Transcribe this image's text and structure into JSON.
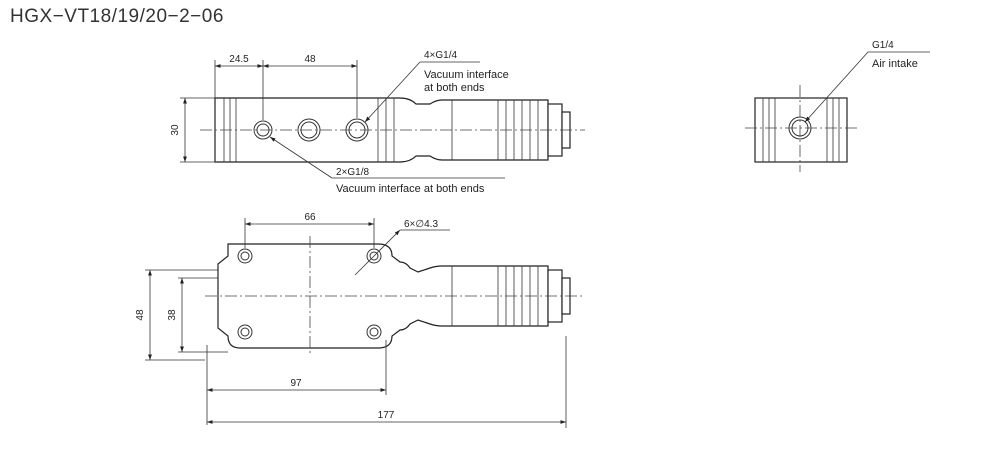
{
  "title": "HGX−VT18/19/20−2−06",
  "top_view": {
    "dim_left_offset": "24.5",
    "dim_port_pitch": "48",
    "dim_height": "30",
    "label_ports_g14_qty": "4×G1/4",
    "label_ports_g14_line1": "Vacuum interface",
    "label_ports_g14_line2": "at both ends",
    "label_ports_g18_qty": "2×G1/8",
    "label_ports_g18_desc": "Vacuum interface at both ends"
  },
  "side_view": {
    "label_port": "G1/4",
    "label_desc": "Air intake"
  },
  "bottom_view": {
    "dim_hole_pitch": "66",
    "label_holes": "6×∅4.3",
    "dim_height_outer": "48",
    "dim_height_hole": "38",
    "dim_mount_length": "97",
    "dim_overall_length": "177"
  }
}
